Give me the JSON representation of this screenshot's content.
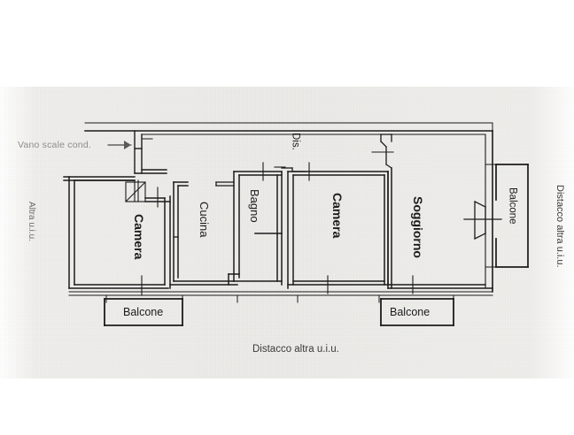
{
  "document": {
    "type": "architectural-floor-plan",
    "language": "it",
    "background_color": "#ffffff",
    "paper_color": "#ecebe8",
    "ink_color": "#1b1b1b"
  },
  "annotations": {
    "stairwell_note": "Vano scale cond.",
    "left_side_note": "Altra u.i.u.",
    "right_side_note": "Distacco altra u.i.u.",
    "bottom_note": "Distacco altra u.i.u."
  },
  "rooms": [
    {
      "id": "camera-left",
      "label": "Camera",
      "orientation": "vertical"
    },
    {
      "id": "cucina",
      "label": "Cucina",
      "orientation": "vertical"
    },
    {
      "id": "bagno",
      "label": "Bagno",
      "orientation": "vertical"
    },
    {
      "id": "disimpegno",
      "label": "Dis.",
      "orientation": "vertical"
    },
    {
      "id": "camera-center",
      "label": "Camera",
      "orientation": "vertical"
    },
    {
      "id": "soggiorno",
      "label": "Soggiorno",
      "orientation": "vertical"
    }
  ],
  "balconies": [
    {
      "id": "balcone-bottom-left",
      "label": "Balcone",
      "orientation": "horizontal"
    },
    {
      "id": "balcone-bottom-right",
      "label": "Balcone",
      "orientation": "horizontal"
    },
    {
      "id": "balcone-right",
      "label": "Balcone",
      "orientation": "vertical"
    }
  ]
}
